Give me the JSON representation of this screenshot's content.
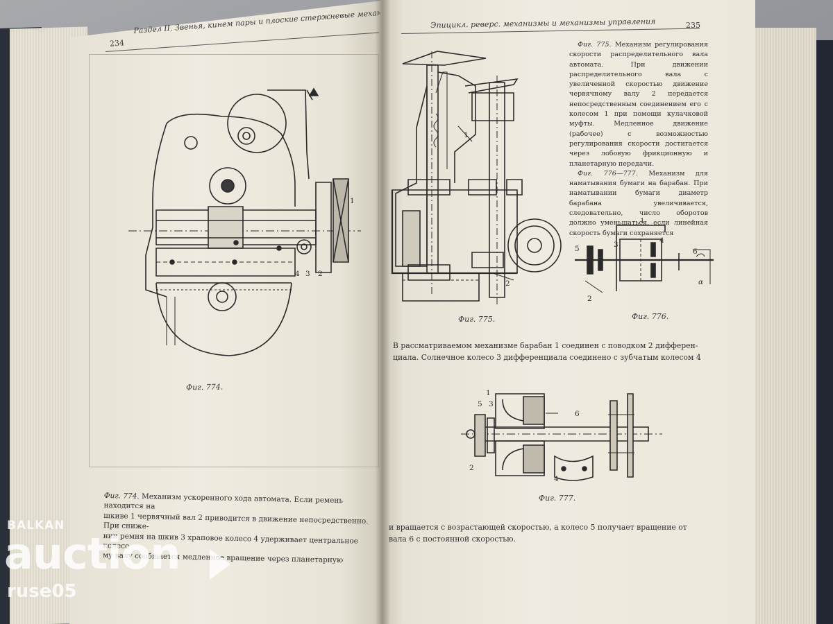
{
  "left_page": {
    "page_number": "234",
    "running_head": "Раздел II. Звенья, кинем пары и плоские стержневые механизмы",
    "figure_caption": "Фиг. 774.",
    "figure_labels": [
      "4",
      "3",
      "2",
      "1"
    ],
    "caption_paragraph": {
      "fig_ref": "Фиг. 774.",
      "lines": [
        "Механизм ускоренного хода автомата. Если ремень находится на",
        "шкиве 1 червячный вал 2 приводится в движение непосредственно. При сниже-",
        "нии ремня на шкив 3 храповое колесо 4 удерживает центральное колесо",
        "му валу сообщается медленное вращение через планетарную"
      ]
    }
  },
  "right_page": {
    "page_number": "235",
    "running_head": "Эпицикл. реверс. механизмы и механизмы управления",
    "fig775_caption": "Фиг. 775.",
    "fig775_labels": [
      "1",
      "2"
    ],
    "fig776_caption": "Фиг. 776.",
    "fig776_labels": [
      "1",
      "4",
      "5",
      "3",
      "6",
      "2",
      "α"
    ],
    "fig777_caption": "Фиг. 777.",
    "fig777_labels": [
      "1",
      "5",
      "3",
      "6",
      "2",
      "4"
    ],
    "side_text": {
      "p1_ref": "Фиг. 775.",
      "p1": " Механизм регулирования скорости распределительного вала автомата. При движении распределительного вала с увеличенной скоростью движение червячному валу 2 передается непосредственным соединением его с колесом 1 при помощи кулачковой муфты. Медленное движение (рабочее) с возможностью регулирования скорости достигается через лобовую фрикционную и планетарную передачи.",
      "p2_ref": "Фиг. 776—777.",
      "p2": " Механизм для наматывания бумаги на барабан. При наматывании бумаги диаметр барабана увеличивается, следовательно, число оборотов должно уменьшаться, если линейная скорость бумаги сохраняется"
    },
    "mid_paragraph": [
      "В рассматриваемом механизме барабан 1 соединен с поводком 2 дифферен-",
      "циала. Солнечное колесо 3 дифференциала соединено с зубчатым колесом 4"
    ],
    "bottom_paragraph": [
      "и вращается с возрастающей скоростью, а колесо 5 получает вращение от",
      "вала 6 с постоянной скоростью."
    ]
  },
  "watermark": {
    "top": "BALKAN",
    "main": "auction",
    "sub": "ruse05"
  }
}
